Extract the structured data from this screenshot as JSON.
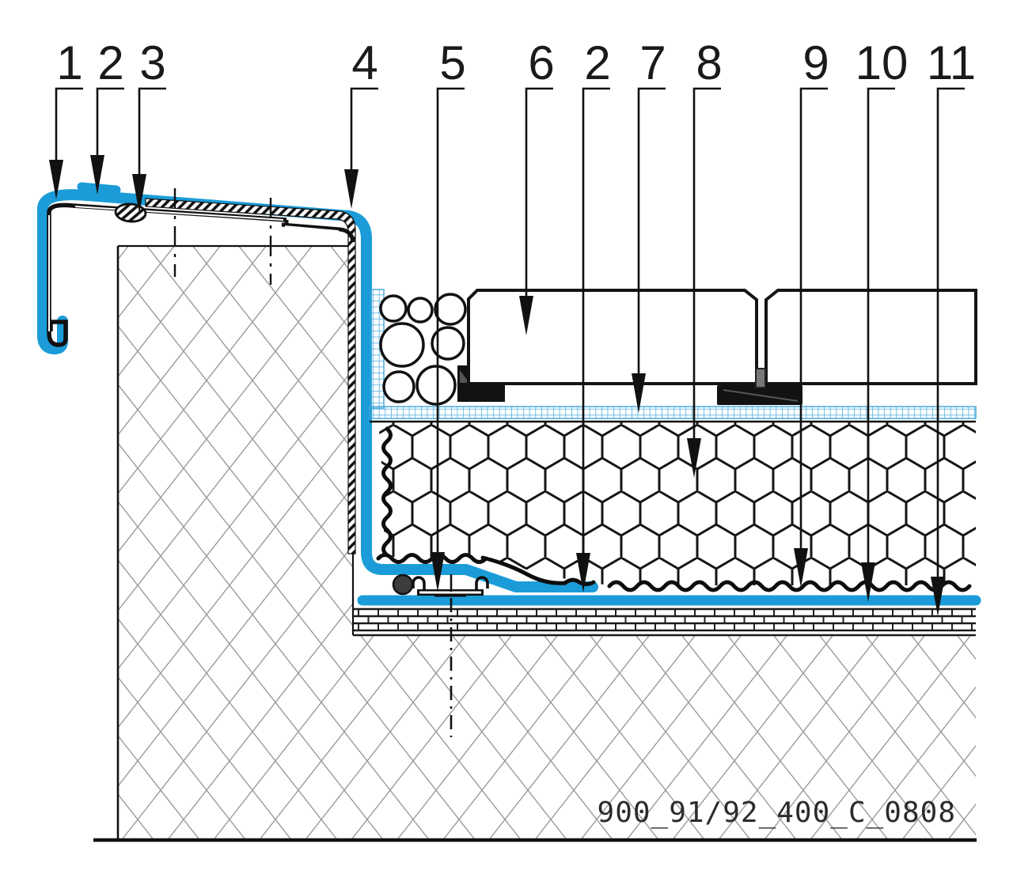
{
  "drawing_code": "900_91/92_400_C_0808",
  "callouts": [
    {
      "label": "1"
    },
    {
      "label": "2"
    },
    {
      "label": "3"
    },
    {
      "label": "4"
    },
    {
      "label": "5"
    },
    {
      "label": "6"
    },
    {
      "label": "2"
    },
    {
      "label": "7"
    },
    {
      "label": "8"
    },
    {
      "label": "9"
    },
    {
      "label": "10"
    },
    {
      "label": "11"
    }
  ],
  "colors": {
    "membrane_blue": "#1b9cd8",
    "mesh_blue": "#3fa6da",
    "hatch_gray": "#9a9a9a",
    "line_black": "#111111"
  }
}
